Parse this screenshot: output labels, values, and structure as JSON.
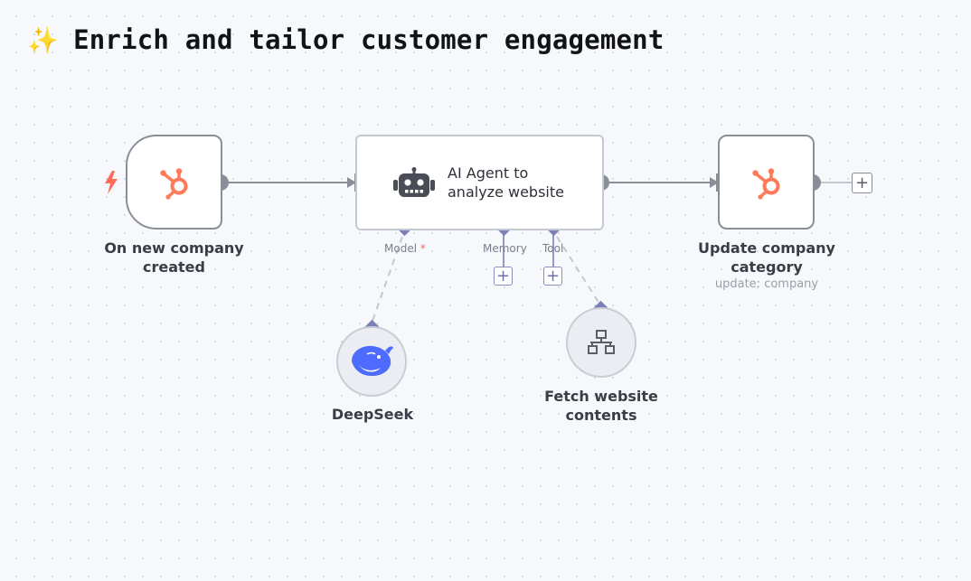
{
  "header": {
    "emoji": "✨",
    "title": "Enrich and tailor customer engagement"
  },
  "nodes": {
    "trigger": {
      "label": "On new company\ncreated",
      "icon": "hubspot-icon"
    },
    "agent": {
      "label": "AI Agent to\nanalyze website",
      "icon": "robot-icon"
    },
    "update": {
      "label": "Update company\ncategory",
      "sublabel": "update: company",
      "icon": "hubspot-icon"
    },
    "deepseek": {
      "label": "DeepSeek",
      "icon": "deepseek-whale-icon"
    },
    "fetch": {
      "label": "Fetch website\ncontents",
      "icon": "network-icon"
    }
  },
  "ports": {
    "model": "Model",
    "model_required": "*",
    "memory": "Memory",
    "tool": "Tool"
  },
  "buttons": {
    "add": "+"
  },
  "colors": {
    "hubspot": "#ff7a59",
    "deepseek": "#4d6bfe",
    "connector": "#8a8e97",
    "subport": "#7b80b8",
    "trigger_bolt": "#ff6d5a"
  }
}
